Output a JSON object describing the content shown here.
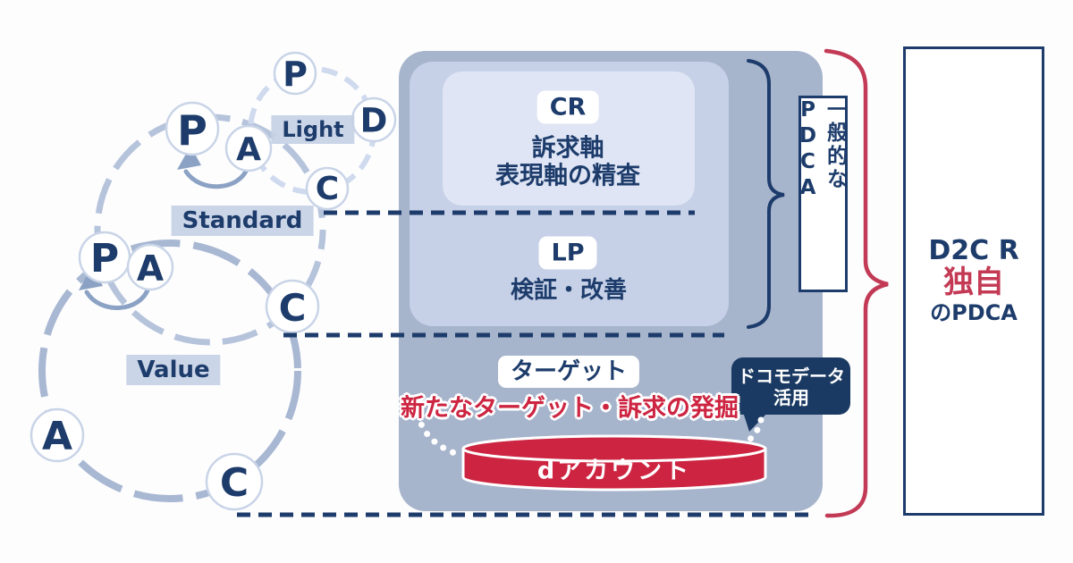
{
  "colors": {
    "navy": "#1d3c6b",
    "red": "#cd2541",
    "brace_red": "#c23a55",
    "panel_outer": "#a6b4cc",
    "panel_inner": "#c6d0e7",
    "panel_top_box": "#dfe5f4",
    "cycle_light_ring": "#cfdaee",
    "cycle_standard_ring": "#b5c3db",
    "cycle_value_ring": "#a8b7d2",
    "cycle_label_bg": "#c6d1e5",
    "loop_arrow": "#8ca2c4",
    "bubble_bg": "#1b3a63"
  },
  "cycles": {
    "letters": {
      "p": "P",
      "d": "D",
      "c": "C",
      "a": "A"
    },
    "light_label": "Light",
    "standard_label": "Standard",
    "value_label": "Value"
  },
  "panel": {
    "cr_tag": "CR",
    "cr_line1": "訴求軸",
    "cr_line2": "表現軸の精査",
    "lp_tag": "LP",
    "lp_line1": "検証・改善",
    "target_tag": "ターゲット",
    "target_headline": "新たなターゲット・訴求の発掘",
    "bubble_line1": "ドコモデータ",
    "bubble_line2": "活用",
    "cylinder_label": "dアカウント"
  },
  "right_side": {
    "generic_pdca_label": "一般的なPDCA",
    "d2cr_line1": "D2C R",
    "d2cr_line2": "独自",
    "d2cr_line3": "のPDCA"
  }
}
